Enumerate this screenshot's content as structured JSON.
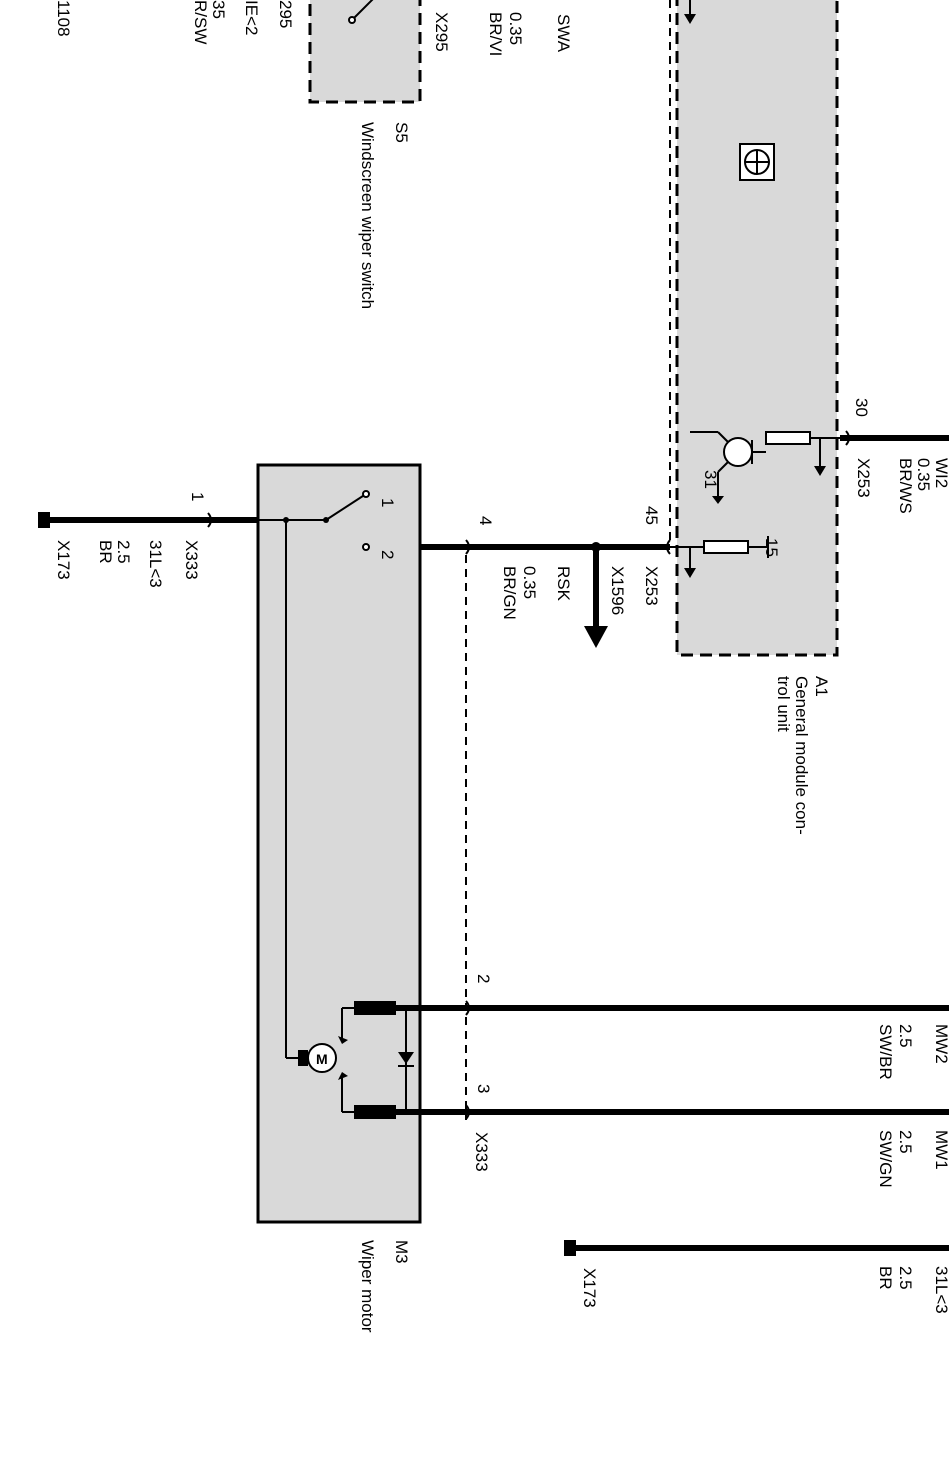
{
  "components": {
    "s5": {
      "id": "S5",
      "name": "Windscreen wiper switch"
    },
    "a1": {
      "id": "A1",
      "name": "General module con-trol unit"
    },
    "m3": {
      "id": "M3",
      "name": "Wiper motor"
    }
  },
  "top_left_fragments": [
    "1108",
    "295",
    "IE<2",
    "35",
    "R/SW"
  ],
  "s5_connector": {
    "connector": "X295",
    "size": "0.35",
    "color": "BR/VI",
    "signal": "SWA"
  },
  "a1_pin_30": {
    "pin": "30",
    "signal": "WI2",
    "size": "0.35",
    "color": "BR/WS",
    "connector": "X253"
  },
  "a1_internal": {
    "transistor_pin": "31",
    "resistor_pin": "15"
  },
  "a1_pin_45": {
    "pin": "45",
    "connector": "X253"
  },
  "x1596": {
    "connector": "X1596",
    "signal": "RSK",
    "size": "0.35",
    "color": "BR/GN"
  },
  "m3_pins": {
    "pin1": "1",
    "pin2": "2",
    "pin4": "4",
    "pin3": "3",
    "switch_pin1": "1",
    "switch_pin2": "2",
    "motor_symbol": "M"
  },
  "ground_left": {
    "connector": "X333",
    "signal": "31L<3",
    "size": "2.5",
    "color": "BR",
    "ground": "X173"
  },
  "mw2": {
    "signal": "MW2",
    "size": "2.5",
    "color": "SW/BR"
  },
  "mw1": {
    "signal": "MW1",
    "size": "2.5",
    "color": "SW/GN"
  },
  "m3_connector": "X333",
  "ground_right": {
    "signal": "31L<3",
    "size": "2.5",
    "color": "BR",
    "ground": "X173"
  }
}
